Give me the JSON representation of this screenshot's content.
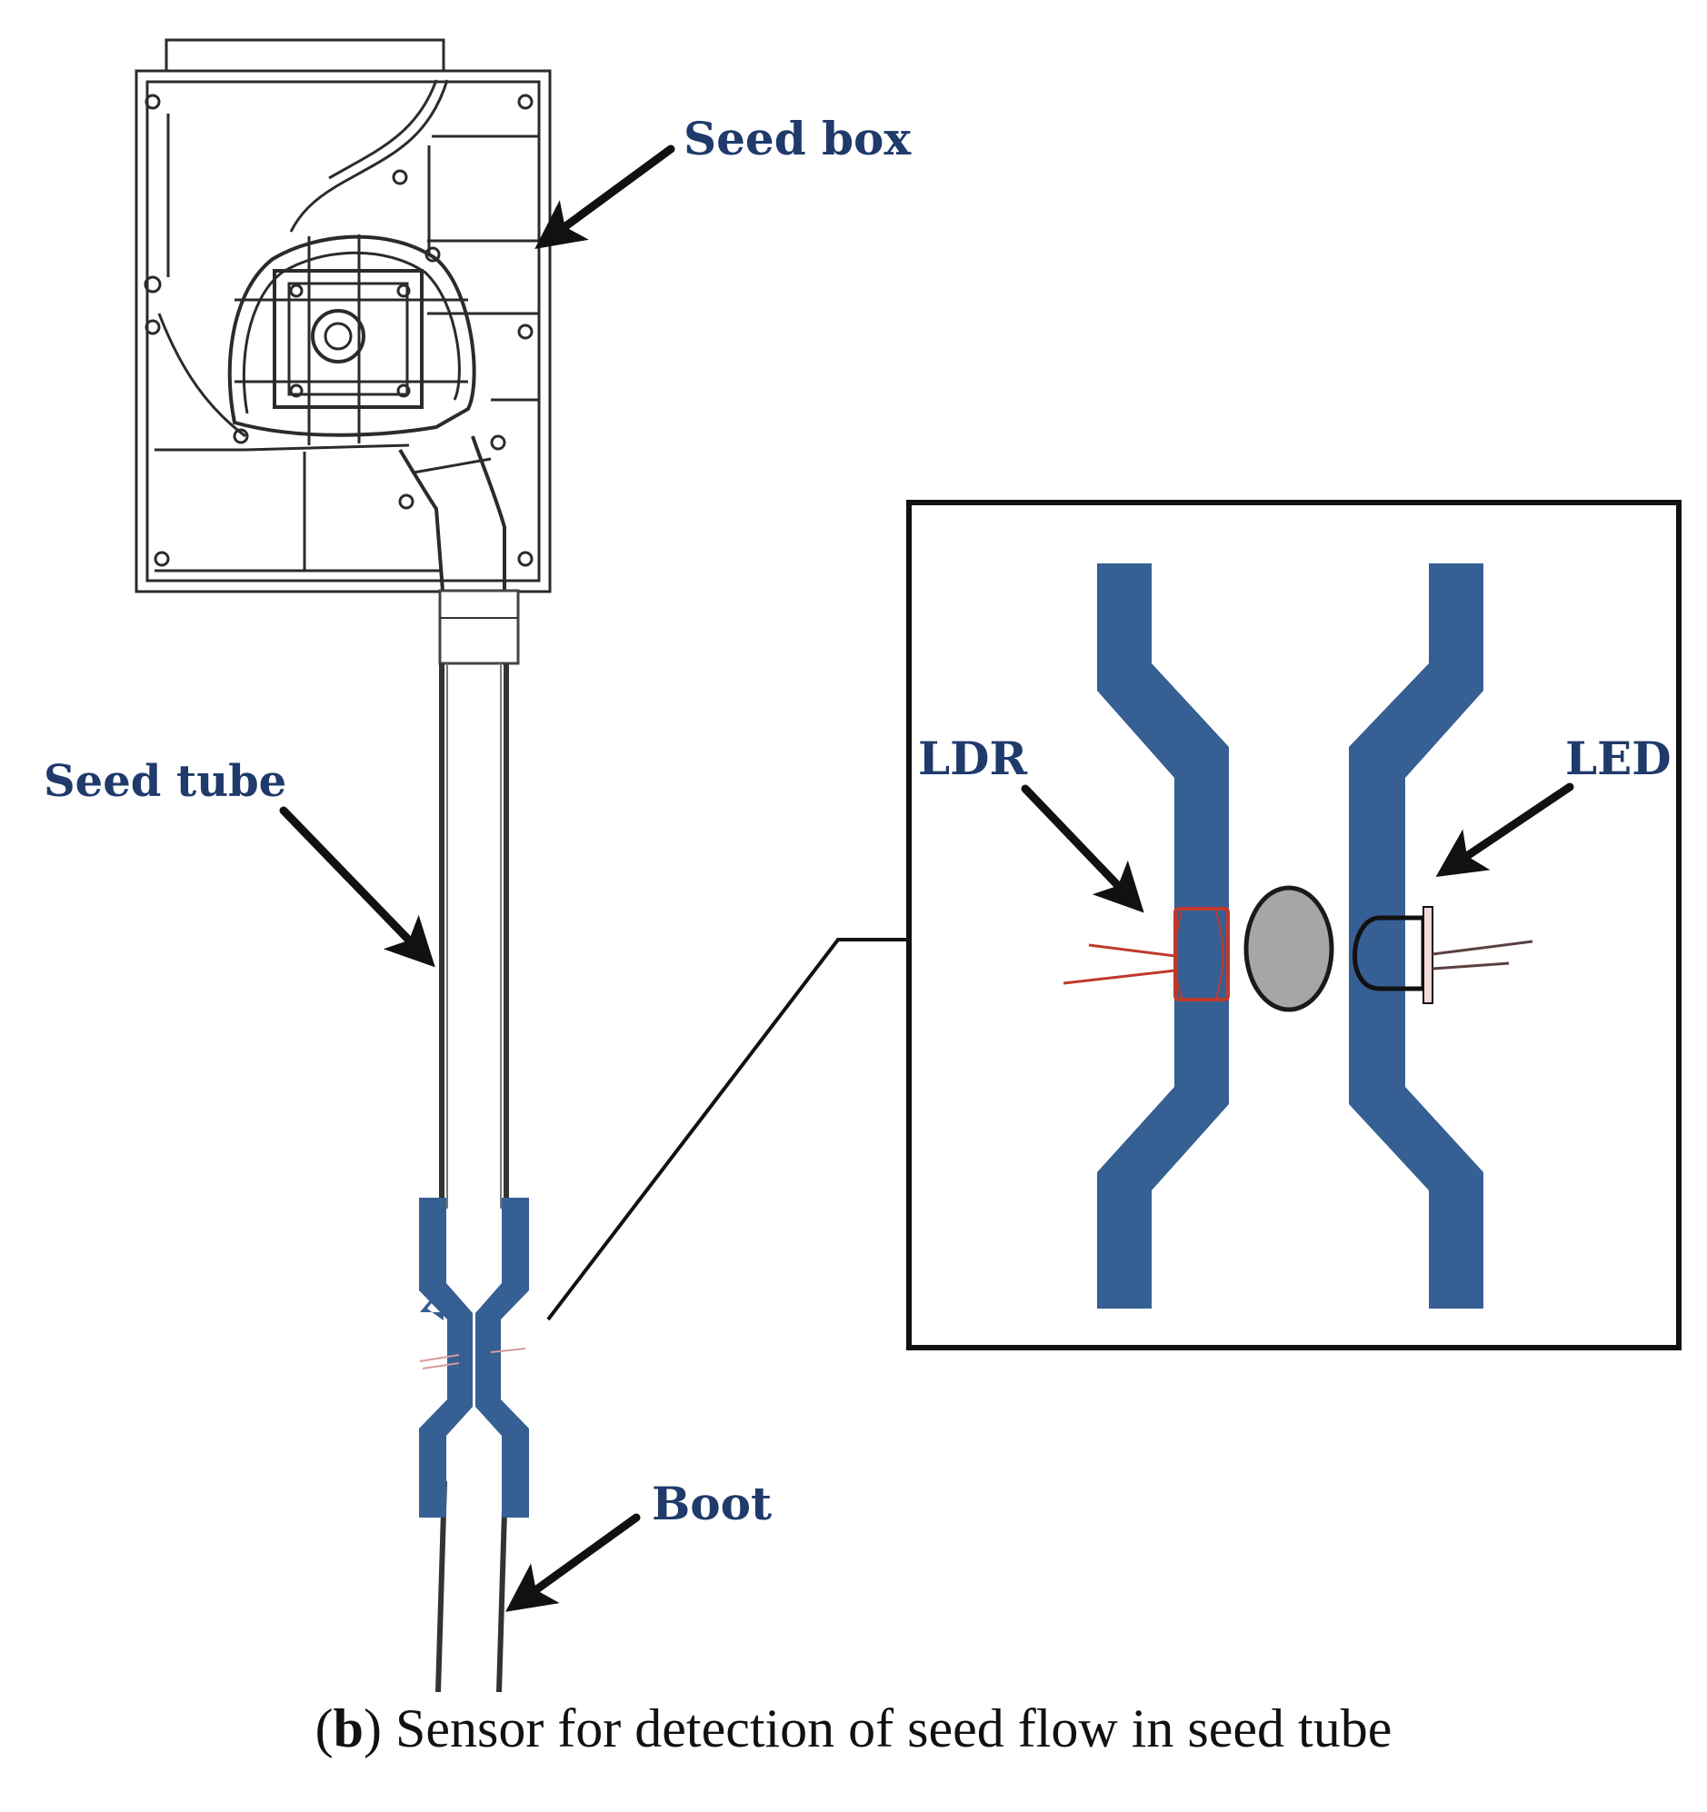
{
  "labels": {
    "seed_box": "Seed box",
    "seed_tube": "Seed tube",
    "boot": "Boot",
    "ldr": "LDR",
    "led": "LED"
  },
  "caption": {
    "panel_letter": "b",
    "text": "Sensor for detection of seed flow in seed tube"
  },
  "colors": {
    "label_text": "#1f3a6b",
    "tube_blue": "#365f93",
    "ldr_outline": "#c0392b",
    "seed_gray": "#a6a6a6",
    "outline": "#1a1a1a"
  }
}
